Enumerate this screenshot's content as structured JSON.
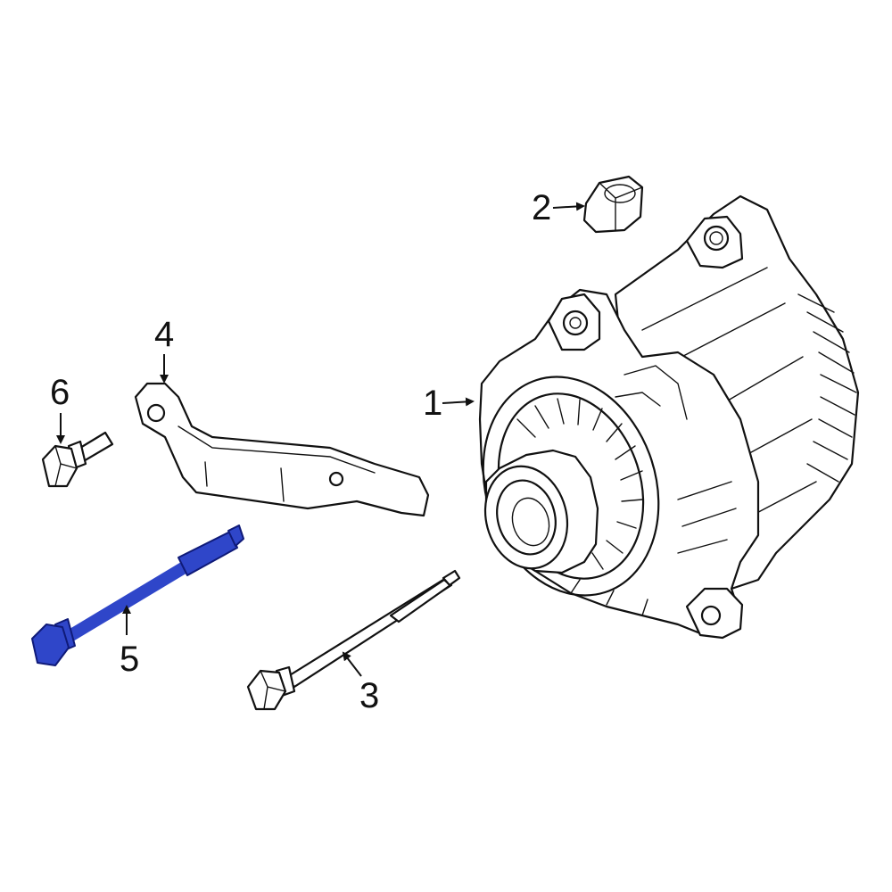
{
  "callouts": [
    {
      "id": "1",
      "label": "1"
    },
    {
      "id": "2",
      "label": "2"
    },
    {
      "id": "3",
      "label": "3"
    },
    {
      "id": "4",
      "label": "4"
    },
    {
      "id": "5",
      "label": "5"
    },
    {
      "id": "6",
      "label": "6"
    }
  ],
  "highlight_color": "#2f46c9",
  "highlighted_part": "5"
}
